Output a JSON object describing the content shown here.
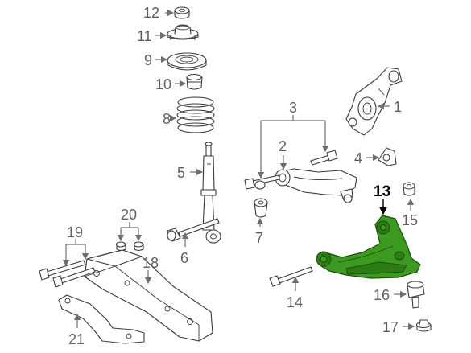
{
  "callouts": {
    "c1": "1",
    "c2": "2",
    "c3": "3",
    "c4": "4",
    "c5": "5",
    "c6": "6",
    "c7": "7",
    "c8": "8",
    "c9": "9",
    "c10": "10",
    "c11": "11",
    "c12": "12",
    "c13": "13",
    "c14": "14",
    "c15": "15",
    "c16": "16",
    "c17": "17",
    "c18": "18",
    "c19": "19",
    "c20": "20",
    "c21": "21"
  },
  "colors": {
    "highlight": "#3b9a1f",
    "callout_text": "#5f5f5f",
    "highlight_callout": "#000000",
    "background": "#ffffff"
  }
}
